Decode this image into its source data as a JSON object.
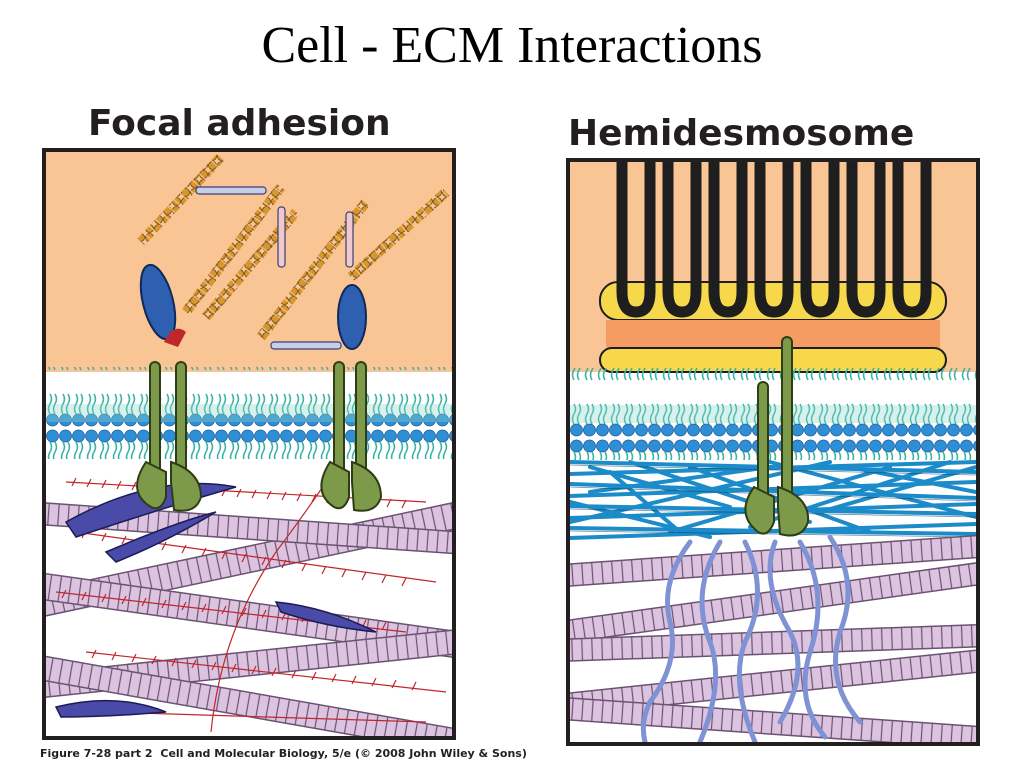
{
  "slide": {
    "title": "Cell - ECM Interactions"
  },
  "panels": {
    "focal": {
      "heading": "Focal adhesion"
    },
    "hemi": {
      "heading": "Hemidesmosome"
    }
  },
  "caption": {
    "figure": "Figure 7-28 part 2",
    "source": "Cell and Molecular Biology, 5/e (© 2008 John Wiley & Sons)"
  },
  "colors": {
    "cytoplasm": "#f9c595",
    "lipid_head": "#2f8fd6",
    "lipid_tail": "#3bb3a6",
    "integrin": "#7c9a4a",
    "actin_bead": "#d9962a",
    "collagen": "#dcc3e0",
    "plaque_yellow": "#f7d84a",
    "plaque_orange": "#f59c62",
    "keratin": "#1e1e1e",
    "anchoring_filament": "#1b8bc9",
    "fibronectin": "#c0272d",
    "vinculin": "#2e5fb0"
  }
}
